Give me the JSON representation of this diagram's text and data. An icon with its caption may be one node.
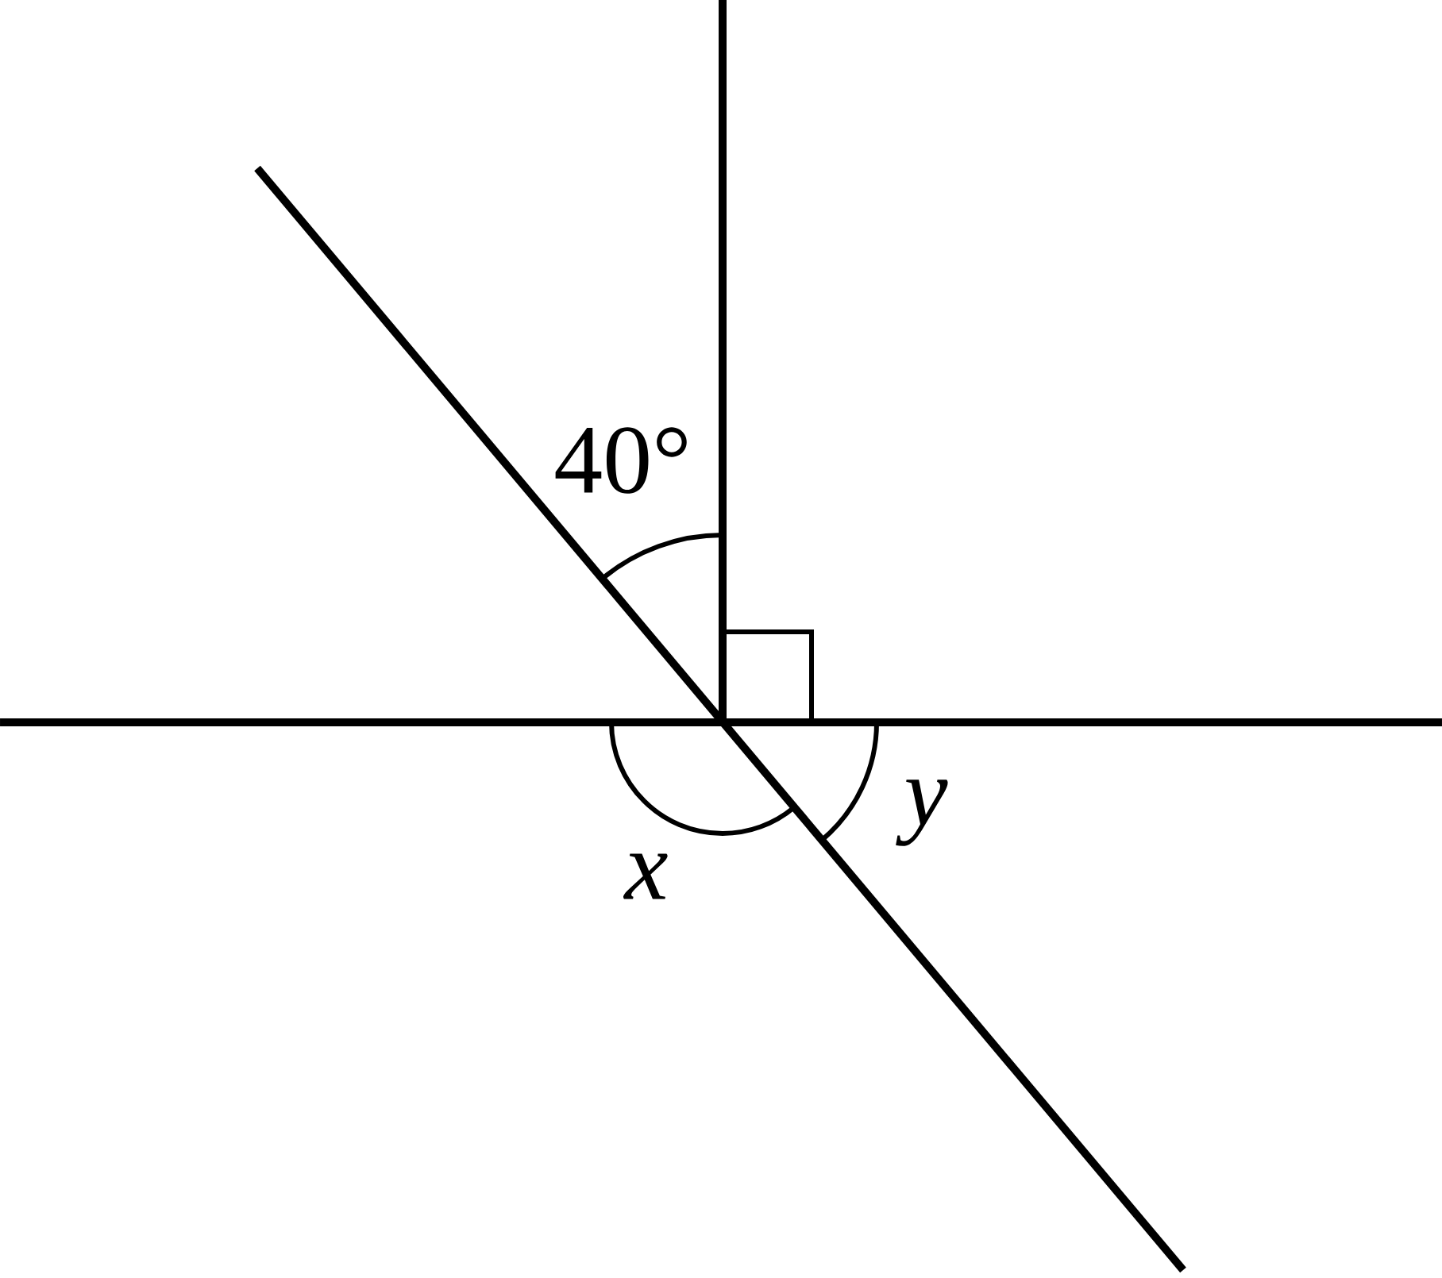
{
  "diagram": {
    "labels": [
      "40°",
      "x",
      "y"
    ]
  }
}
